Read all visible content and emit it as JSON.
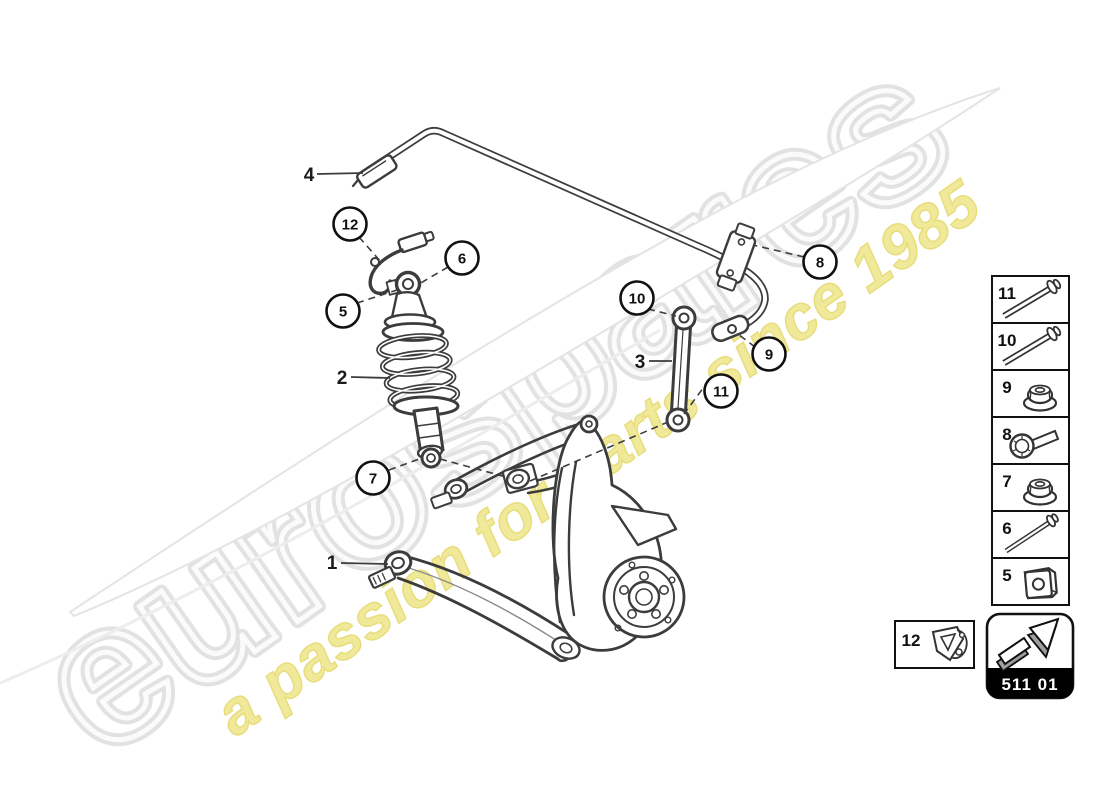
{
  "watermark": {
    "brand": "eurospares",
    "tagline": "a passion for parts since 1985",
    "brand_color": "#e2e2e2",
    "tagline_color": "#efe78f"
  },
  "diagram": {
    "line_color": "#3c3c3c",
    "part_labels": {
      "n1": "1",
      "n2": "2",
      "n3": "3",
      "n4": "4"
    },
    "callouts": {
      "n5": "5",
      "n6": "6",
      "n7": "7",
      "n8": "8",
      "n9": "9",
      "n10": "10",
      "n11": "11",
      "n12": "12"
    }
  },
  "legend": {
    "rows": [
      {
        "num": "11",
        "icon": "hex-bolt-long-icon"
      },
      {
        "num": "10",
        "icon": "hex-bolt-long-icon"
      },
      {
        "num": "9",
        "icon": "flange-nut-icon"
      },
      {
        "num": "8",
        "icon": "bolt-washer-icon"
      },
      {
        "num": "7",
        "icon": "flange-nut-icon"
      },
      {
        "num": "6",
        "icon": "hex-bolt-thin-icon"
      },
      {
        "num": "5",
        "icon": "square-nut-icon"
      }
    ]
  },
  "clip_box": {
    "num": "12",
    "icon": "cable-clip-icon"
  },
  "nav_box": {
    "code": "511 01",
    "icon": "nav-arrow-icon",
    "band_color": "#000000"
  }
}
